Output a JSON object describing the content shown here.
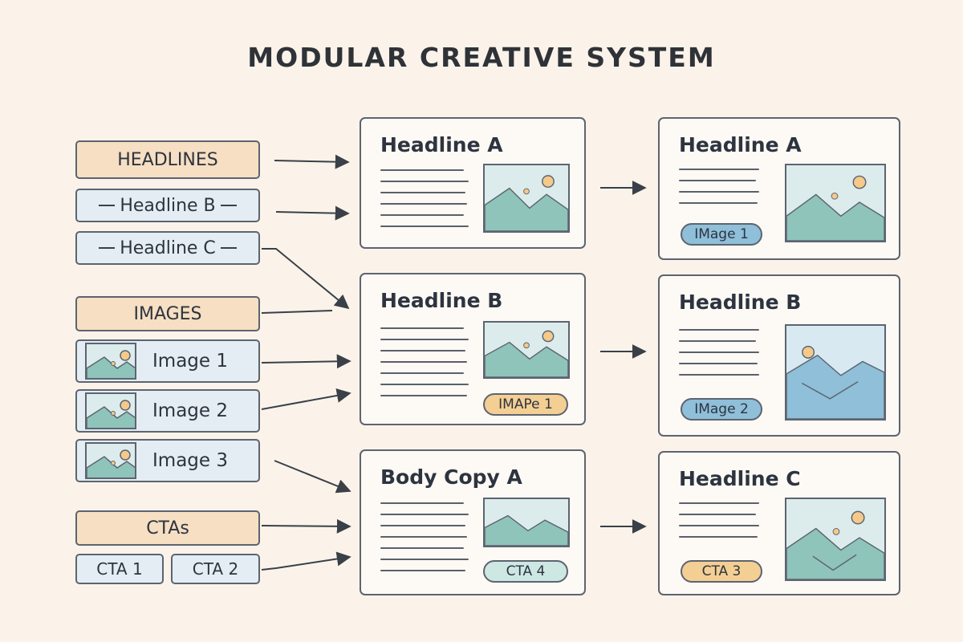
{
  "title": "MODULAR CREATIVE SYSTEM",
  "colors": {
    "background": "#fbf3ea",
    "category_fill": "#f6dfc2",
    "option_fill": "#e4edf3",
    "mountain": "#8fc4ba",
    "sun": "#f4c98a",
    "pill_blue": "#8fbfd9",
    "pill_orange": "#f4cf93",
    "pill_teal": "#cde7e3"
  },
  "library": {
    "headlines_label": "HEADLINES",
    "headline_options": [
      "Headline B",
      "Headline C"
    ],
    "images_label": "IMAGES",
    "image_options": [
      "Image 1",
      "Image 2",
      "Image 3"
    ],
    "ctas_label": "CTAs",
    "cta_options": [
      "CTA 1",
      "CTA 2"
    ]
  },
  "templates": [
    {
      "title": "Headline A"
    },
    {
      "title": "Headline B",
      "pill": "IMAPe 1"
    },
    {
      "title": "Body Copy A",
      "pill": "CTA 4"
    }
  ],
  "outputs": [
    {
      "title": "Headline A",
      "pill": "IMage 1"
    },
    {
      "title": "Headline B",
      "pill": "IMage 2"
    },
    {
      "title": "Headline C",
      "pill": "CTA 3"
    }
  ]
}
